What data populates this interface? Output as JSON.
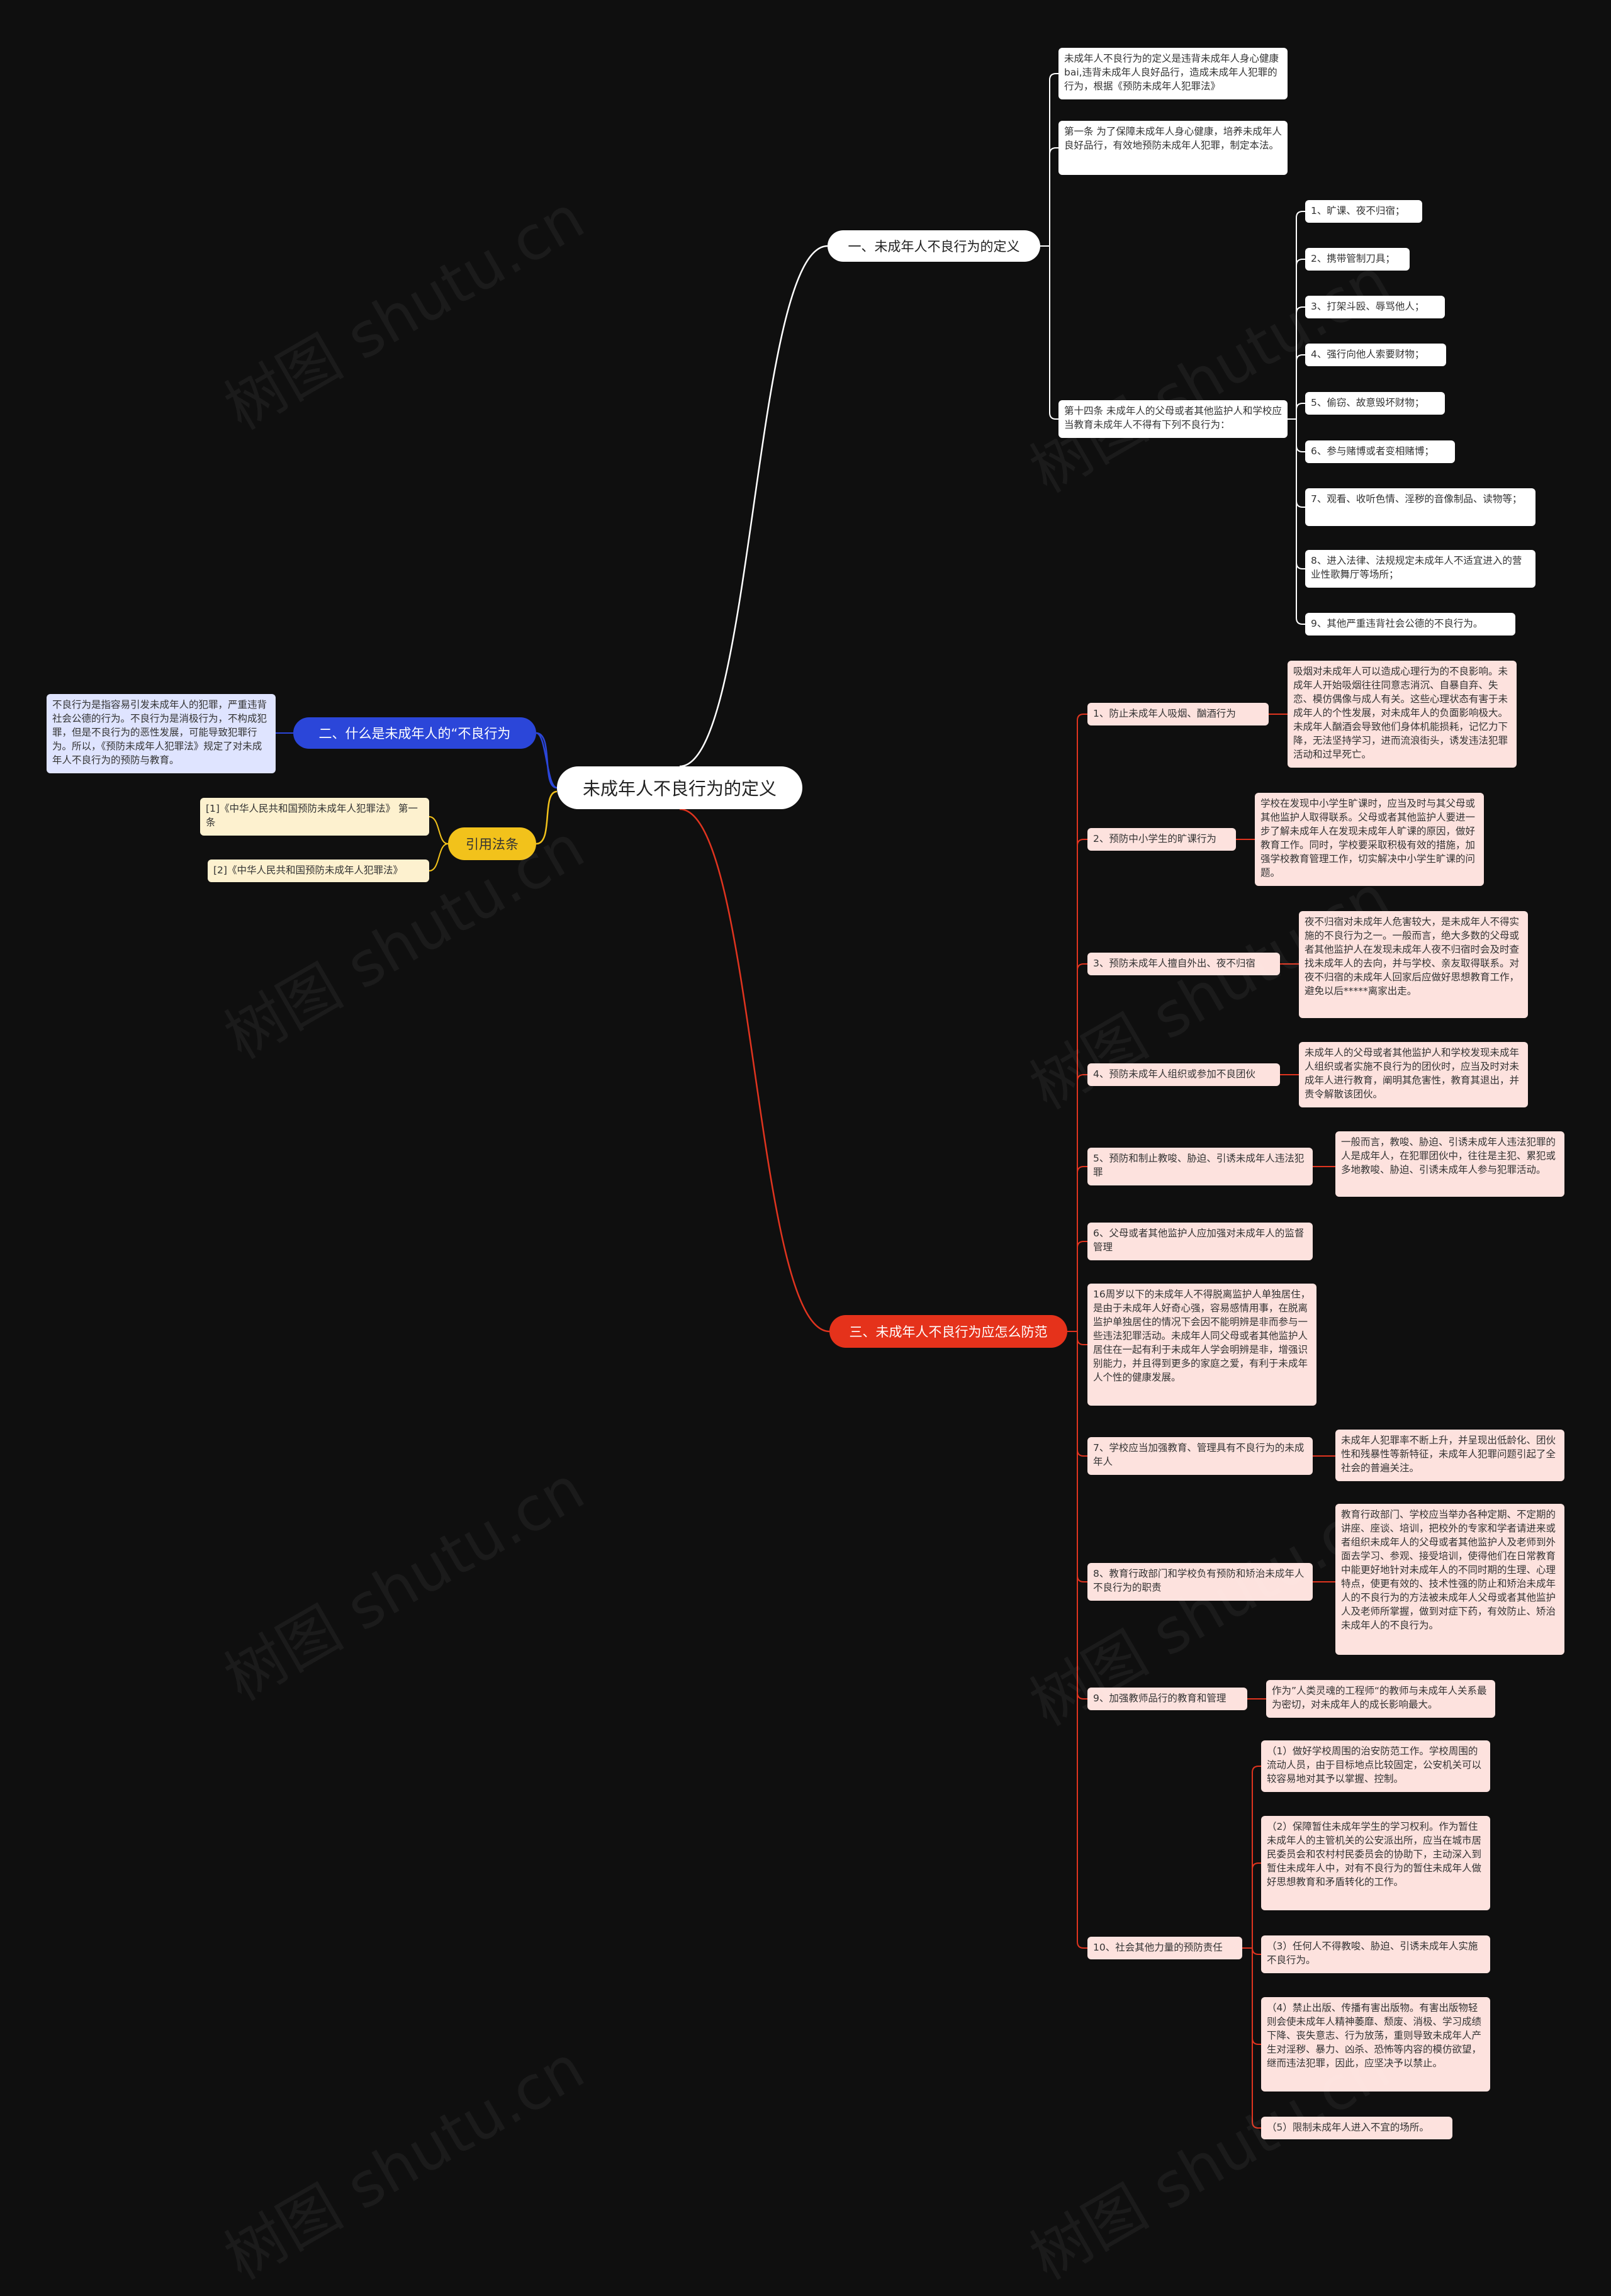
{
  "root": {
    "label": "未成年人不良行为的定义"
  },
  "branch1": {
    "label": "一、未成年人不良行为的定义",
    "items": [
      "未成年人不良行为的定义是违背未成年人身心健康bai,违背未成年人良好品行，造成未成年人犯罪的行为，根据《预防未成年人犯罪法》",
      "第一条 为了保障未成年人身心健康，培养未成年人良好品行，有效地预防未成年人犯罪，制定本法。",
      "第十四条 未成年人的父母或者其他监护人和学校应当教育未成年人不得有下列不良行为："
    ],
    "subitems": [
      "1、旷课、夜不归宿；",
      "2、携带管制刀具；",
      "3、打架斗殴、辱骂他人；",
      "4、强行向他人索要财物；",
      "5、偷窃、故意毁坏财物；",
      "6、参与赌博或者变相赌博；",
      "7、观看、收听色情、淫秽的音像制品、读物等；",
      "8、进入法律、法规规定未成年人不适宜进入的营业性歌舞厅等场所；",
      "9、其他严重违背社会公德的不良行为。"
    ]
  },
  "branch2": {
    "label": "二、什么是未成年人的“不良行为",
    "note": "不良行为是指容易引发未成年人的犯罪，严重违背社会公德的行为。不良行为是消极行为，不构成犯罪，但是不良行为的恶性发展，可能导致犯罪行为。所以，《预防未成年人犯罪法》规定了对未成年人不良行为的预防与教育。"
  },
  "branch3": {
    "label": "引用法条",
    "items": [
      "[1]《中华人民共和国预防未成年人犯罪法》 第一条",
      "[2]《中华人民共和国预防未成年人犯罪法》"
    ]
  },
  "branch4": {
    "label": "三、未成年人不良行为应怎么防范",
    "items": [
      {
        "label": "1、防止未成年人吸烟、酗酒行为",
        "detail": "吸烟对未成年人可以造成心理行为的不良影响。未成年人开始吸烟往往同意志消沉、自暴自弃、失恋、模仿偶像与成人有关。这些心理状态有害于未成年人的个性发展，对未成年人的负面影响极大。未成年人酗酒会导致他们身体机能损耗，记忆力下降，无法坚持学习，进而流浪街头，诱发违法犯罪活动和过早死亡。"
      },
      {
        "label": "2、预防中小学生的旷课行为",
        "detail": "学校在发现中小学生旷课时，应当及时与其父母或其他监护人取得联系。父母或者其他监护人要进一步了解未成年人在发现未成年人旷课的原因，做好教育工作。同时，学校要采取积极有效的措施，加强学校教育管理工作，切实解决中小学生旷课的问题。"
      },
      {
        "label": "3、预防未成年人擅自外出、夜不归宿",
        "detail": "夜不归宿对未成年人危害较大，是未成年人不得实施的不良行为之一。一般而言，绝大多数的父母或者其他监护人在发现未成年人夜不归宿时会及时查找未成年人的去向，并与学校、亲友取得联系。对夜不归宿的未成年人回家后应做好思想教育工作，避免以后*****离家出走。"
      },
      {
        "label": "4、预防未成年人组织或参加不良团伙",
        "detail": "未成年人的父母或者其他监护人和学校发现未成年人组织或者实施不良行为的团伙时，应当及时对未成年人进行教育，阐明其危害性，教育其退出，并责令解散该团伙。"
      },
      {
        "label": "5、预防和制止教唆、胁迫、引诱未成年人违法犯罪",
        "detail": "一般而言，教唆、胁迫、引诱未成年人违法犯罪的人是成年人，在犯罪团伙中，往往是主犯、累犯或多地教唆、胁迫、引诱未成年人参与犯罪活动。"
      },
      {
        "label": "6、父母或者其他监护人应加强对未成年人的监督管理",
        "detail": ""
      },
      {
        "label": "16周岁以下的未成年人不得脱离监护人单独居住，是由于未成年人好奇心强，容易感情用事，在脱离监护单独居住的情况下会因不能明辨是非而参与一些违法犯罪活动。未成年人同父母或者其他监护人居住在一起有利于未成年人学会明辨是非，增强识别能力，并且得到更多的家庭之爱，有利于未成年人个性的健康发展。",
        "detail": ""
      },
      {
        "label": "7、学校应当加强教育、管理具有不良行为的未成年人",
        "detail": "未成年人犯罪率不断上升，并呈现出低龄化、团伙性和残暴性等新特征，未成年人犯罪问题引起了全社会的普遍关注。"
      },
      {
        "label": "8、教育行政部门和学校负有预防和矫治未成年人不良行为的职责",
        "detail": "教育行政部门、学校应当举办各种定期、不定期的讲座、座谈、培训，把校外的专家和学者请进来或者组织未成年人的父母或者其他监护人及老师到外面去学习、参观、接受培训，使得他们在日常教育中能更好地针对未成年人的不同时期的生理、心理特点，使更有效的、技术性强的防止和矫治未成年人的不良行为的方法被未成年人父母或者其他监护人及老师所掌握，做到对症下药，有效防止、矫治未成年人的不良行为。"
      },
      {
        "label": "9、加强教师品行的教育和管理",
        "detail": "作为”人类灵魂的工程师“的教师与未成年人关系最为密切，对未成年人的成长影响最大。"
      },
      {
        "label": "10、社会其他力量的预防责任",
        "detail": ""
      }
    ],
    "sub10": [
      "（1）做好学校周围的治安防范工作。学校周围的流动人员，由于目标地点比较固定，公安机关可以较容易地对其予以掌握、控制。",
      "（2）保障暂住未成年学生的学习权利。作为暂住未成年人的主管机关的公安派出所，应当在城市居民委员会和农村村民委员会的协助下，主动深入到暂住未成年人中，对有不良行为的暂住未成年人做好思想教育和矛盾转化的工作。",
      "（3）任何人不得教唆、胁迫、引诱未成年人实施不良行为。",
      "（4）禁止出版、传播有害出版物。有害出版物轻则会使未成年人精神萎靡、颓废、消极、学习成绩下降、丧失意志、行为放荡，重则导致未成年人产生对淫秽、暴力、凶杀、恐怖等内容的模仿欲望，继而违法犯罪，因此，应坚决予以禁止。",
      "（5）限制未成年人进入不宜的场所。"
    ]
  },
  "watermark": "树图 shutu.cn",
  "colors": {
    "background": "#0f0f0f",
    "blue": "#2b46d9",
    "yellow": "#f2c21b",
    "red": "#e5321b",
    "white_line": "#ffffff",
    "red_line": "#e0341f"
  }
}
